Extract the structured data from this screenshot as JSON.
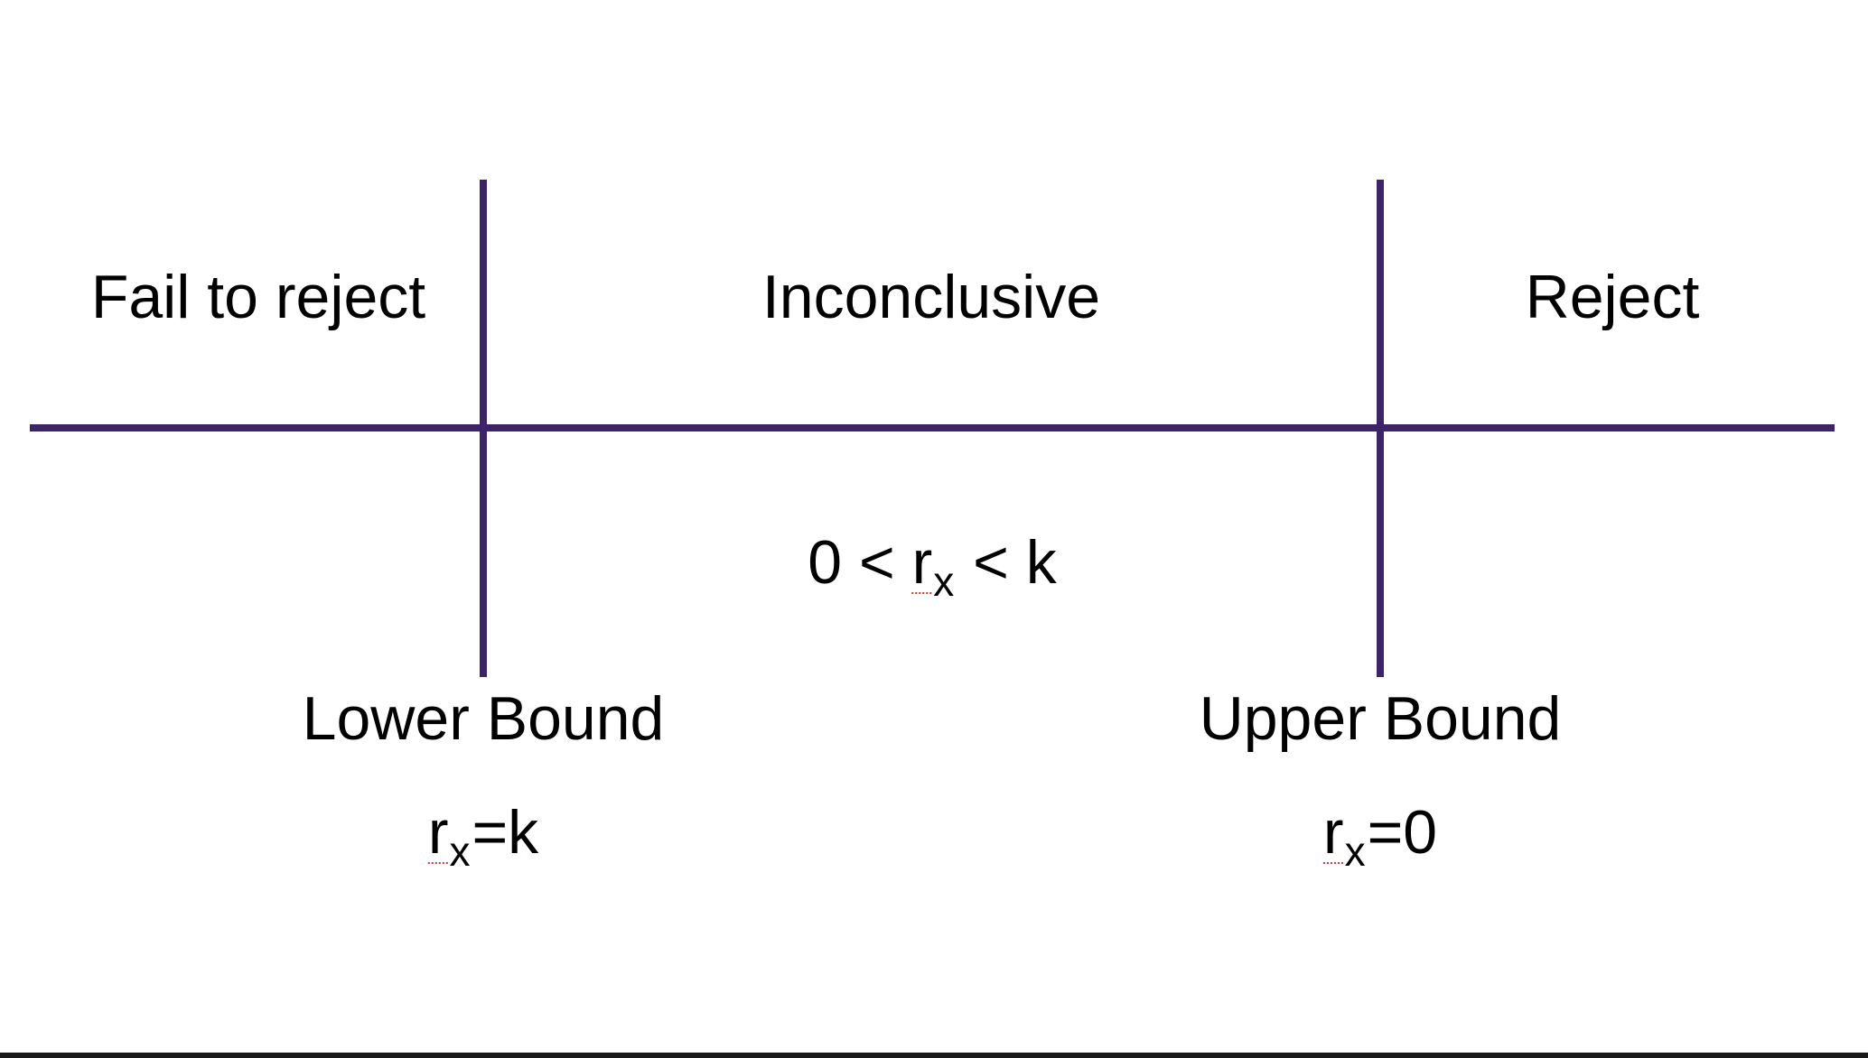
{
  "colors": {
    "line": "#3d2468",
    "text": "#000000",
    "background": "#ffffff"
  },
  "regions": {
    "left": "Fail to reject",
    "middle": "Inconclusive",
    "right": "Reject"
  },
  "middle_condition": {
    "prefix": "0 < ",
    "var": "r",
    "sub": "x",
    "suffix": " < k"
  },
  "bounds": {
    "lower": {
      "label": "Lower Bound",
      "var": "r",
      "sub": "x",
      "rhs": "=k"
    },
    "upper": {
      "label": "Upper Bound",
      "var": "r",
      "sub": "x",
      "rhs": "=0"
    }
  }
}
